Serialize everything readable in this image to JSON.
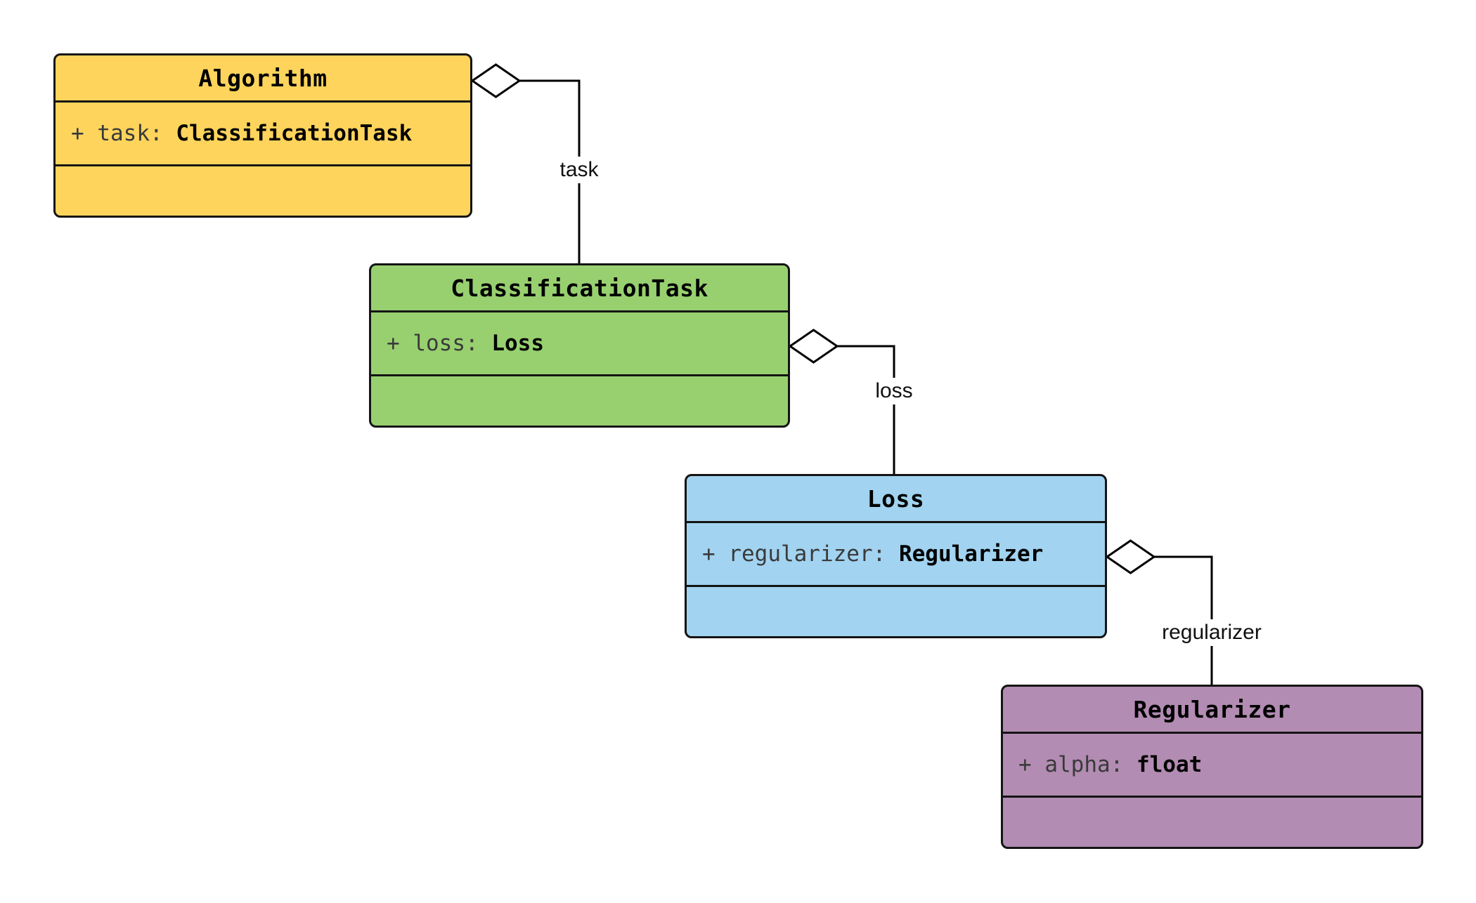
{
  "diagram": {
    "type": "uml-class-diagram",
    "background": "#ffffff",
    "line_color": "#000000",
    "classes": [
      {
        "name": "Algorithm",
        "fill": "#ffd45c",
        "attributes": [
          {
            "prefix": "+ task:",
            "type": "ClassificationTask"
          }
        ]
      },
      {
        "name": "ClassificationTask",
        "fill": "#98d070",
        "attributes": [
          {
            "prefix": "+ loss:",
            "type": "Loss"
          }
        ]
      },
      {
        "name": "Loss",
        "fill": "#a2d3f0",
        "attributes": [
          {
            "prefix": "+ regularizer:",
            "type": "Regularizer"
          }
        ]
      },
      {
        "name": "Regularizer",
        "fill": "#b28cb2",
        "attributes": [
          {
            "prefix": "+ alpha:",
            "type": "float"
          }
        ]
      }
    ],
    "relationships": [
      {
        "from": "Algorithm",
        "to": "ClassificationTask",
        "kind": "aggregation",
        "label": "task"
      },
      {
        "from": "ClassificationTask",
        "to": "Loss",
        "kind": "aggregation",
        "label": "loss"
      },
      {
        "from": "Loss",
        "to": "Regularizer",
        "kind": "aggregation",
        "label": "regularizer"
      }
    ]
  }
}
